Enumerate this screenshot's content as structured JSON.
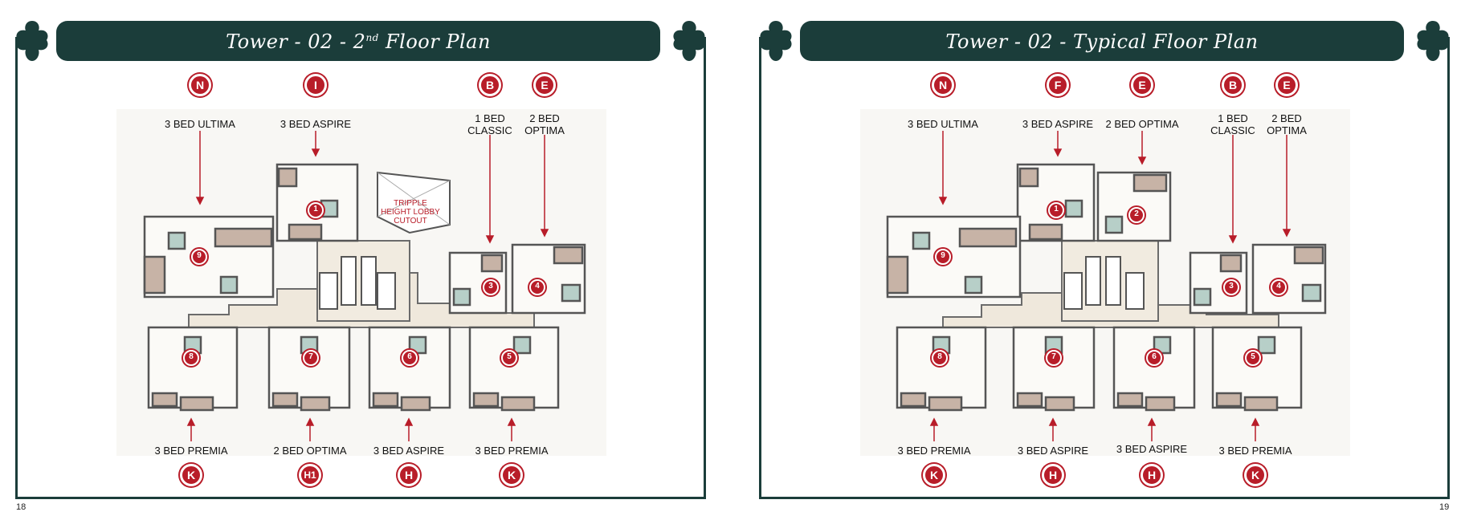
{
  "colors": {
    "banner": "#1b3d3a",
    "accent_red": "#b81d29",
    "wall": "#5a5a5a",
    "floor_tile": "#c7b3a6",
    "bath": "#b7cfc8"
  },
  "left_page": {
    "title_main": "Tower - 02 - 2",
    "title_sup": "nd",
    "title_rest": " Floor Plan",
    "page_number": "18",
    "lobby_note_1": "TRIPPLE",
    "lobby_note_2": "HEIGHT LOBBY",
    "lobby_note_3": "CUTOUT",
    "top_callouts": [
      {
        "letter": "N",
        "label": "3 BED ULTIMA"
      },
      {
        "letter": "I",
        "label": "3 BED ASPIRE"
      },
      {
        "letter": "B",
        "label": "1 BED CLASSIC"
      },
      {
        "letter": "E",
        "label": "2 BED OPTIMA"
      }
    ],
    "bottom_callouts": [
      {
        "letter": "K",
        "label": "3 BED PREMIA"
      },
      {
        "letter": "H1",
        "label": "2 BED OPTIMA"
      },
      {
        "letter": "H",
        "label": "3 BED ASPIRE"
      },
      {
        "letter": "K",
        "label": "3 BED PREMIA"
      }
    ],
    "unit_numbers": [
      "1",
      "3",
      "4",
      "5",
      "6",
      "7",
      "8",
      "9"
    ]
  },
  "right_page": {
    "title_main": "Tower - 02 - ",
    "title_rest": "Typical Floor Plan",
    "page_number": "19",
    "top_callouts": [
      {
        "letter": "N",
        "label": "3 BED ULTIMA"
      },
      {
        "letter": "F",
        "label": "3 BED ASPIRE"
      },
      {
        "letter": "E",
        "label": "2 BED OPTIMA"
      },
      {
        "letter": "B",
        "label": "1 BED CLASSIC"
      },
      {
        "letter": "E",
        "label": "2 BED OPTIMA"
      }
    ],
    "bottom_callouts": [
      {
        "letter": "K",
        "label": "3 BED PREMIA"
      },
      {
        "letter": "H",
        "label": "3 BED ASPIRE"
      },
      {
        "letter": "H",
        "label": "3 BED ASPIRE"
      },
      {
        "letter": "K",
        "label": "3 BED PREMIA"
      }
    ],
    "unit_numbers": [
      "1",
      "2",
      "3",
      "4",
      "5",
      "6",
      "7",
      "8",
      "9"
    ]
  }
}
